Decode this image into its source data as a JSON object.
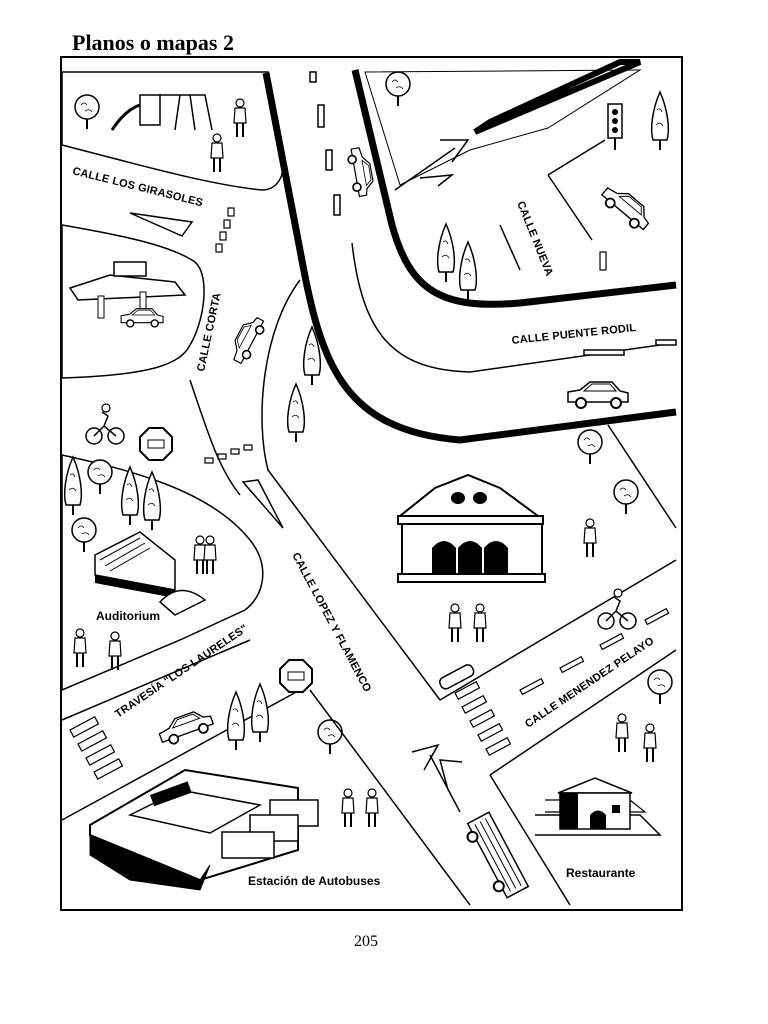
{
  "page": {
    "title": "Planos o mapas 2",
    "number": "205"
  },
  "streets": {
    "girasoles": "CALLE LOS GIRASOLES",
    "corta": "CALLE CORTA",
    "nueva": "CALLE NUEVA",
    "puente_rodil": "CALLE PUENTE RODIL",
    "lopez_flamenco": "CALLE LOPEZ Y FLAMENCO",
    "menendez_pelayo": "CALLE MENENDEZ PELAYO",
    "laureles": "TRAVESÍA \"LOS LAURELES\""
  },
  "places": {
    "auditorium": "Auditorium",
    "bus_station": "Estación de Autobuses",
    "restaurant": "Restaurante"
  },
  "icons": [
    "playground-icon",
    "gas-station-icon",
    "theater-icon",
    "auditorium-icon",
    "bus-station-icon",
    "restaurant-icon",
    "fire-truck-icon",
    "traffic-light-icon",
    "stop-sign-icon",
    "tree-icon",
    "car-icon",
    "bicycle-icon",
    "pedestrian-icon"
  ]
}
